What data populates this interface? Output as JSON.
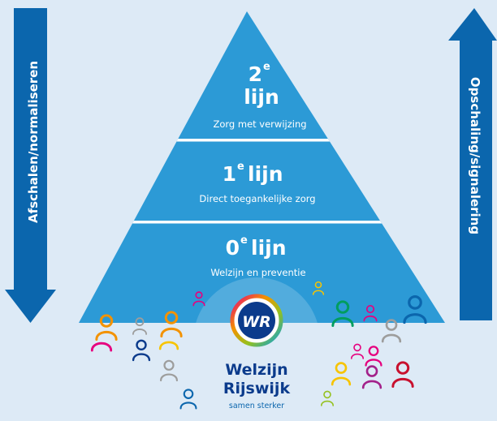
{
  "arrows": {
    "left_label": "Afschalen/normaliseren",
    "right_label": "Opschaling/signalering"
  },
  "pyramid": {
    "tier2": {
      "number": "2",
      "sup": "e",
      "word": "lijn",
      "subtitle": "Zorg met verwijzing"
    },
    "tier1": {
      "number": "1",
      "sup": "e",
      "word": "lijn",
      "subtitle": "Direct toegankelijke zorg"
    },
    "tier0": {
      "number": "0",
      "sup": "e",
      "word": "lijn",
      "subtitle": "Welzijn en preventie"
    }
  },
  "logo": {
    "monogram": "WR",
    "line1": "Welzijn",
    "line2": "Rijswijk",
    "tagline": "samen sterker"
  },
  "colors": {
    "background": "#ddeaf6",
    "arrow": "#0b66ad",
    "pyramid": "#2c9ad6",
    "logo_blue": "#0b3b8c"
  },
  "icons": [
    "person-icon"
  ]
}
